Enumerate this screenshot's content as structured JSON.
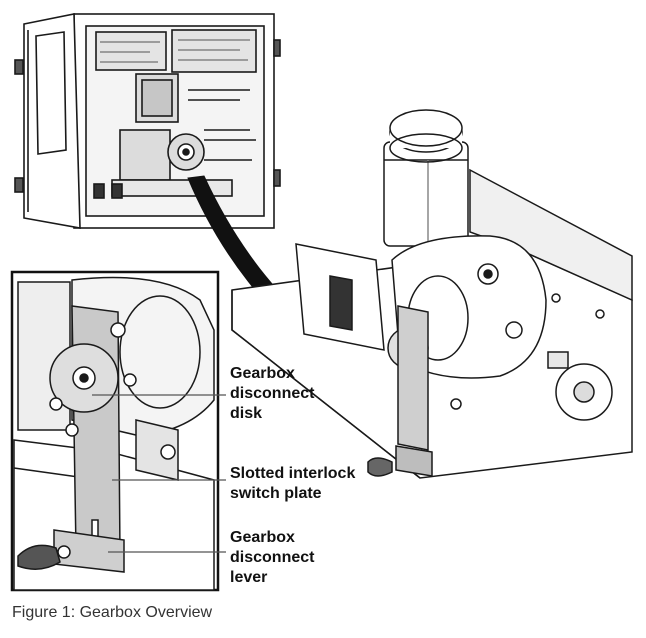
{
  "callouts": {
    "disk": [
      "Gearbox",
      "disconnect",
      "disk"
    ],
    "plate": [
      "Slotted interlock",
      "switch plate"
    ],
    "lever": [
      "Gearbox",
      "disconnect",
      "lever"
    ]
  },
  "caption": "Figure 1: Gearbox Overview",
  "colors": {
    "line": "#1a1a1a",
    "shade": "#c9c9c9",
    "dark": "#555555",
    "arrow": "#111111"
  }
}
